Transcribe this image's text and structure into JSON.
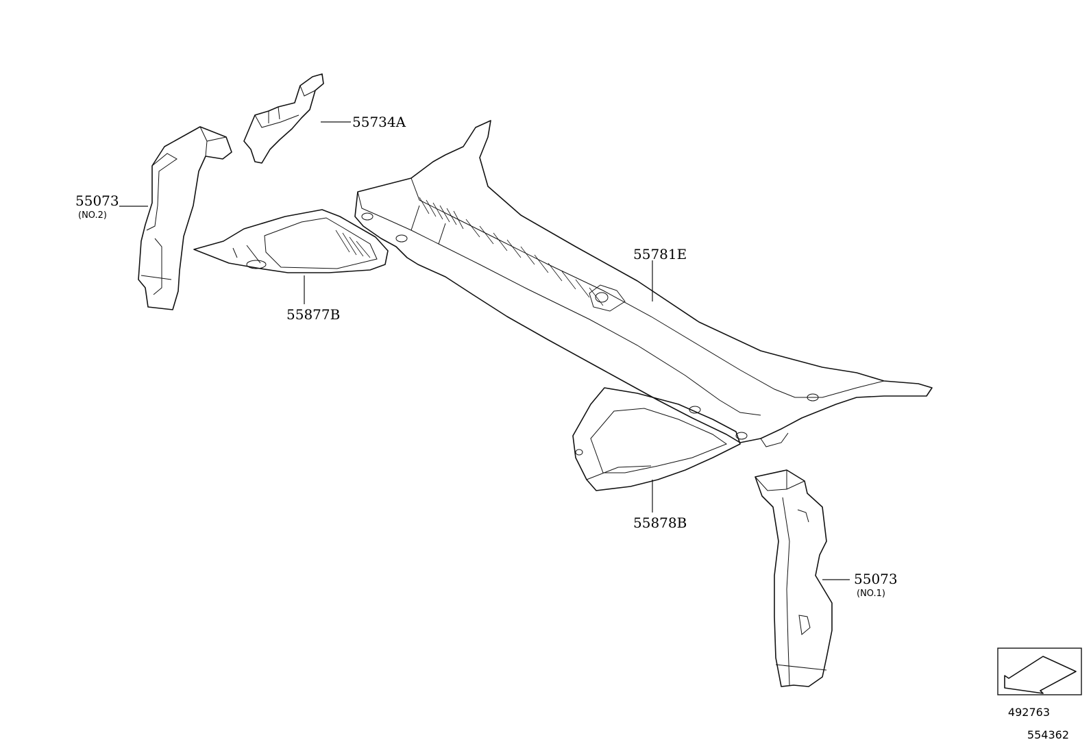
{
  "labels": {
    "p55073_no2": "55073",
    "p55073_no2_sub": "(NO.2)",
    "p55734A": "55734A",
    "p55877B": "55877B",
    "p55781E": "55781E",
    "p55878B": "55878B",
    "p55073_no1": "55073",
    "p55073_no1_sub": "(NO.1)"
  },
  "codes": {
    "illustration": "492763",
    "page": "554362"
  }
}
